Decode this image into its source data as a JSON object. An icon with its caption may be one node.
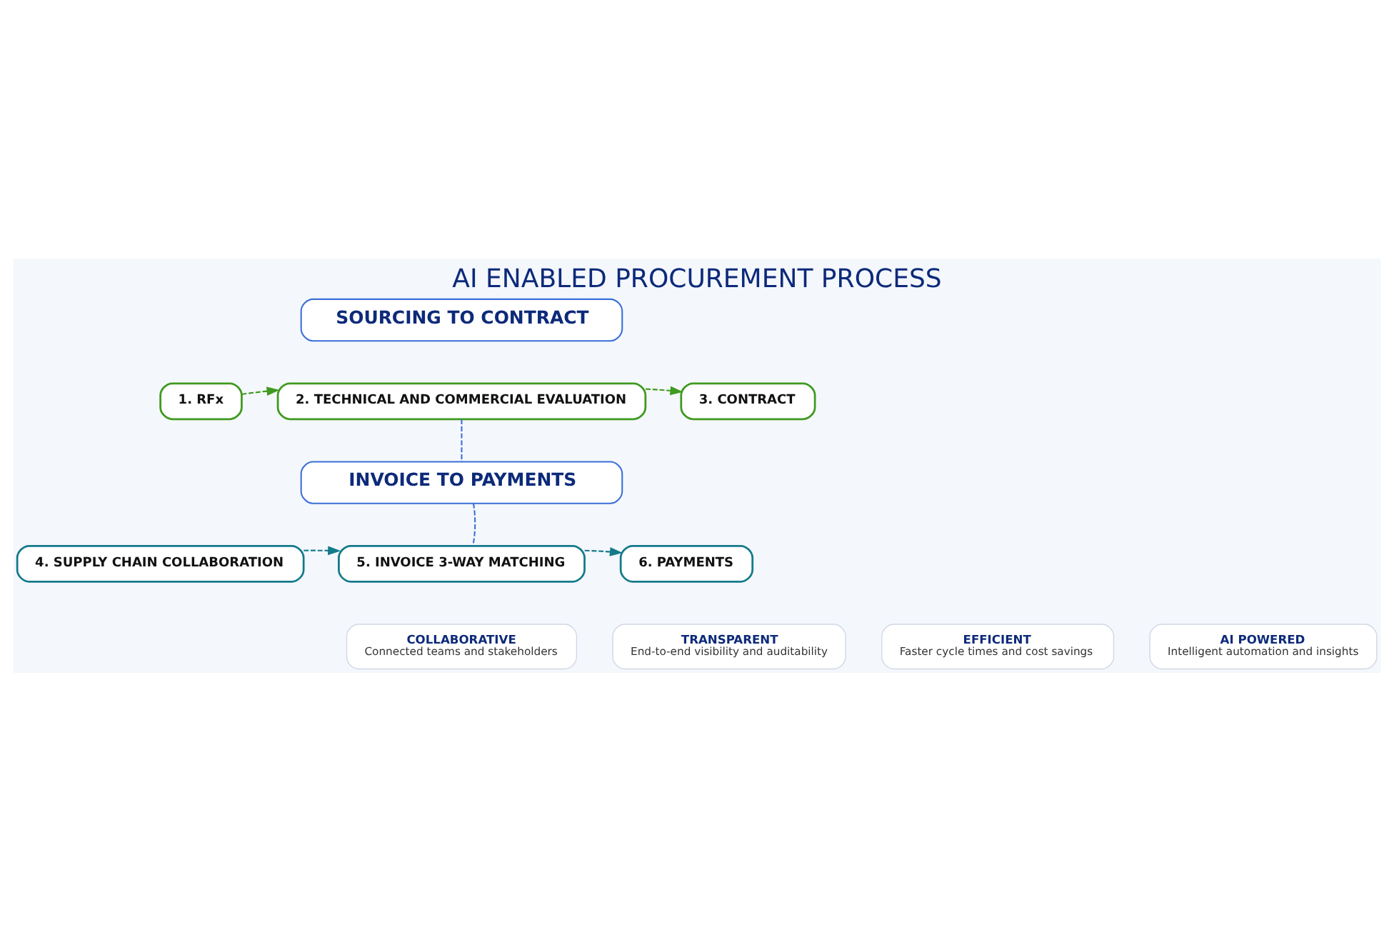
{
  "diagram": {
    "title": "AI ENABLED PROCUREMENT PROCESS",
    "nodes": [
      {
        "text": [
          "SOURCING TO CONTRACT"
        ]
      },
      {
        "text": [
          "1. RFx"
        ]
      },
      {
        "text": [
          "2. TECHNICAL AND COMMERCIAL EVALUATION"
        ]
      },
      {
        "text": [
          "3. CONTRACT"
        ]
      },
      {
        "text": [
          "INVOICE TO PAYMENTS"
        ]
      },
      {
        "text": [
          "4. SUPPLY CHAIN COLLABORATION"
        ]
      },
      {
        "text": [
          "5. INVOICE 3-WAY MATCHING"
        ]
      },
      {
        "text": [
          "6. PAYMENTS"
        ]
      },
      {
        "text": [
          "AI POWERED",
          "Intelligent automation and insights"
        ]
      },
      {
        "text": [
          "COLLABORATIVE",
          "Connected teams and stakeholders"
        ]
      },
      {
        "text": [
          "TRANSPARENT",
          "End-to-end visibility and auditability"
        ]
      },
      {
        "text": [
          "EFFICIENT",
          "Faster cycle times and cost savings"
        ]
      }
    ],
    "edges": [
      {
        "from": 1,
        "to": 2,
        "arrow": "to",
        "style": "dashed",
        "color": "#3f9a1f"
      },
      {
        "from": 2,
        "to": 3,
        "arrow": "to",
        "style": "dashed",
        "color": "#3f9a1f"
      },
      {
        "from": 2,
        "to": 4,
        "arrow": "none",
        "style": "dashed",
        "color": "#3b6fd8"
      },
      {
        "from": 4,
        "to": 6,
        "arrow": "none",
        "style": "dashed",
        "color": "#3b6fd8"
      },
      {
        "from": 5,
        "to": 6,
        "arrow": "to",
        "style": "dashed",
        "color": "#137a8a"
      },
      {
        "from": 6,
        "to": 7,
        "arrow": "to",
        "style": "dashed",
        "color": "#137a8a"
      }
    ]
  }
}
